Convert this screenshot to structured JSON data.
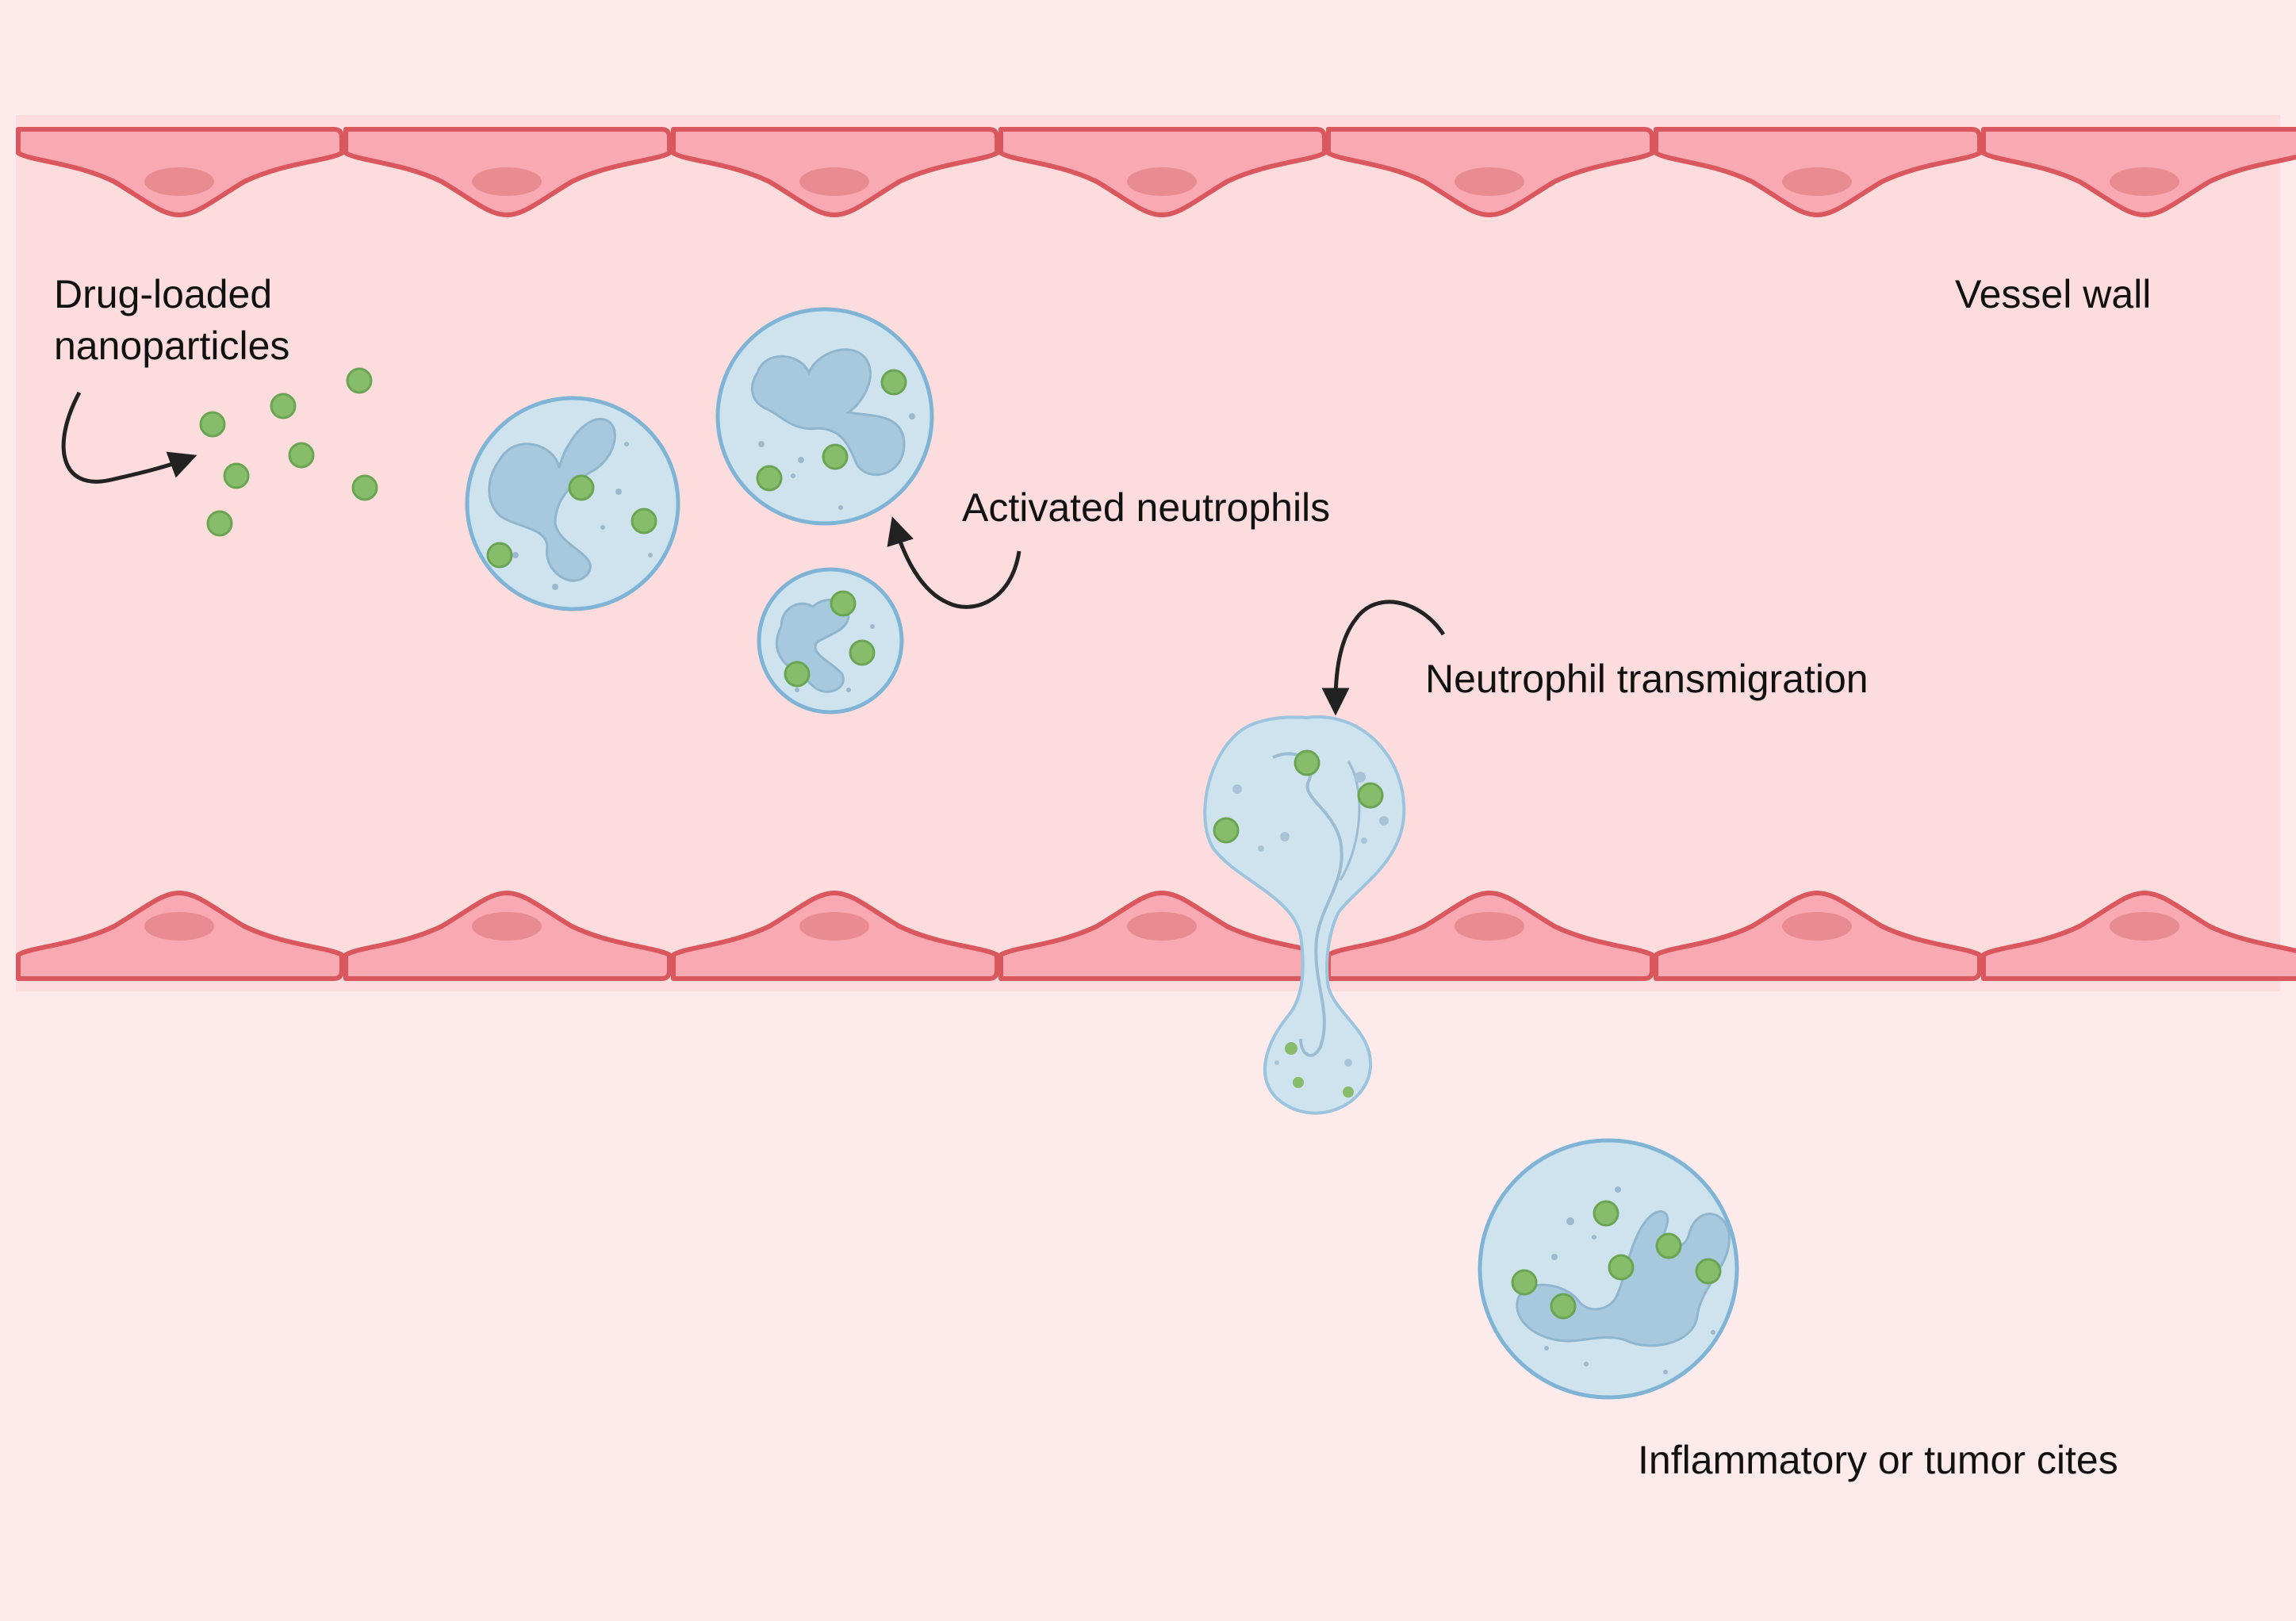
{
  "labels": {
    "nanoparticles_line1": "Drug-loaded",
    "nanoparticles_line2": "nanoparticles",
    "vessel_wall": "Vessel wall",
    "activated_neutrophils": "Activated neutrophils",
    "transmigration": "Neutrophil transmigration",
    "sites": "Inflammatory or tumor cites"
  },
  "colors": {
    "outside_bg": "#fdebeb",
    "lumen_bg": "#fcdcdc",
    "endothelial_fill": "#f9a9b1",
    "endothelial_stroke": "#d9575d",
    "endothelial_nucleus": "#e98c92",
    "cell_fill": "#cfe3ee",
    "cell_stroke": "#7fb4d6",
    "nucleus_fill": "#a7c8dd",
    "nucleus_stroke": "#8fb5cf",
    "nanoparticle": "#86bc6a",
    "nanoparticle_stroke": "#6aa553",
    "arrow": "#222222"
  }
}
